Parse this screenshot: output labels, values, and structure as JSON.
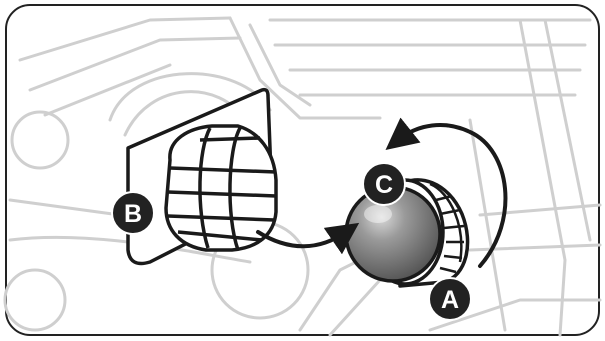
{
  "labels": {
    "a": "A",
    "b": "B",
    "c": "C"
  },
  "colors": {
    "background": "#ffffff",
    "sketch": "#cfcfcf",
    "ink": "#1a1a1a",
    "badge": "#222222",
    "ball": "#7d7d7d"
  }
}
